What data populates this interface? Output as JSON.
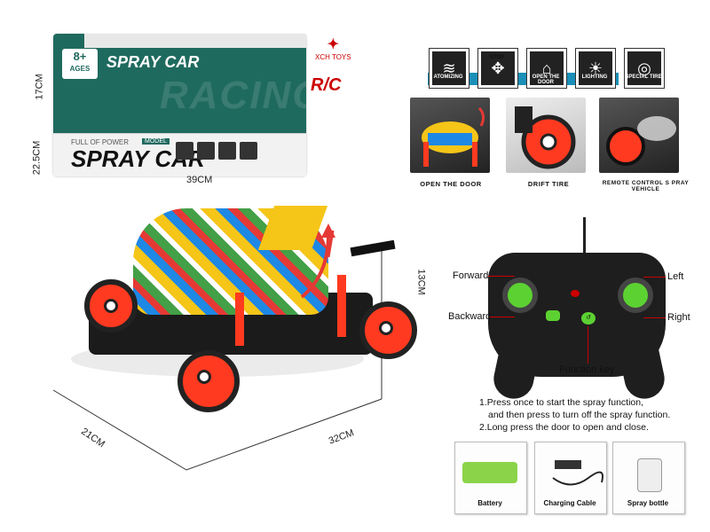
{
  "box": {
    "age_big": "8+",
    "age_small": "AGES",
    "brand_top": "SPRAY CAR",
    "watermark": "RACING",
    "side_sub": "FULL OF POWER",
    "side_badge": "MODEL",
    "side_title": "SPRAY CAR",
    "maker": "XCH TOYS",
    "rc": "R/C"
  },
  "box_dims": {
    "height": "17CM",
    "depth": "22.5CM",
    "width": "39CM"
  },
  "features": [
    {
      "icon": "atomizing-icon",
      "label": "ATOMIZING"
    },
    {
      "icon": "stop-icon",
      "label": "STOP"
    },
    {
      "icon": "open-door-icon",
      "label": "OPEN THE DOOR"
    },
    {
      "icon": "lighting-icon",
      "label": "LIGHTING"
    },
    {
      "icon": "special-tire-icon",
      "label": "SPECIAL TIRE"
    }
  ],
  "photos": [
    {
      "caption": "OPEN THE DOOR"
    },
    {
      "caption": "DRIFT  TIRE"
    },
    {
      "caption": "REMOTE CONTROL S PRAY VEHICLE"
    }
  ],
  "car_dims": {
    "height": "13CM",
    "depth": "21CM",
    "length": "32CM"
  },
  "controller": {
    "forward": "Forward",
    "backward": "Backward",
    "left": "Left",
    "right": "Right",
    "function_key": "Function key"
  },
  "instructions": {
    "line1": "1.Press once to start the spray function,",
    "line2": "and then press to turn off the spray function.",
    "line3": "2.Long press the door to open and close."
  },
  "accessories": [
    {
      "label": "Battery"
    },
    {
      "label": "Charging Cable"
    },
    {
      "label": "Spray bottle"
    }
  ],
  "colors": {
    "box_green": "#1f6a5f",
    "wheel_red": "#ff3a20",
    "stick_green": "#5cd132",
    "label_red": "#cc0000"
  }
}
